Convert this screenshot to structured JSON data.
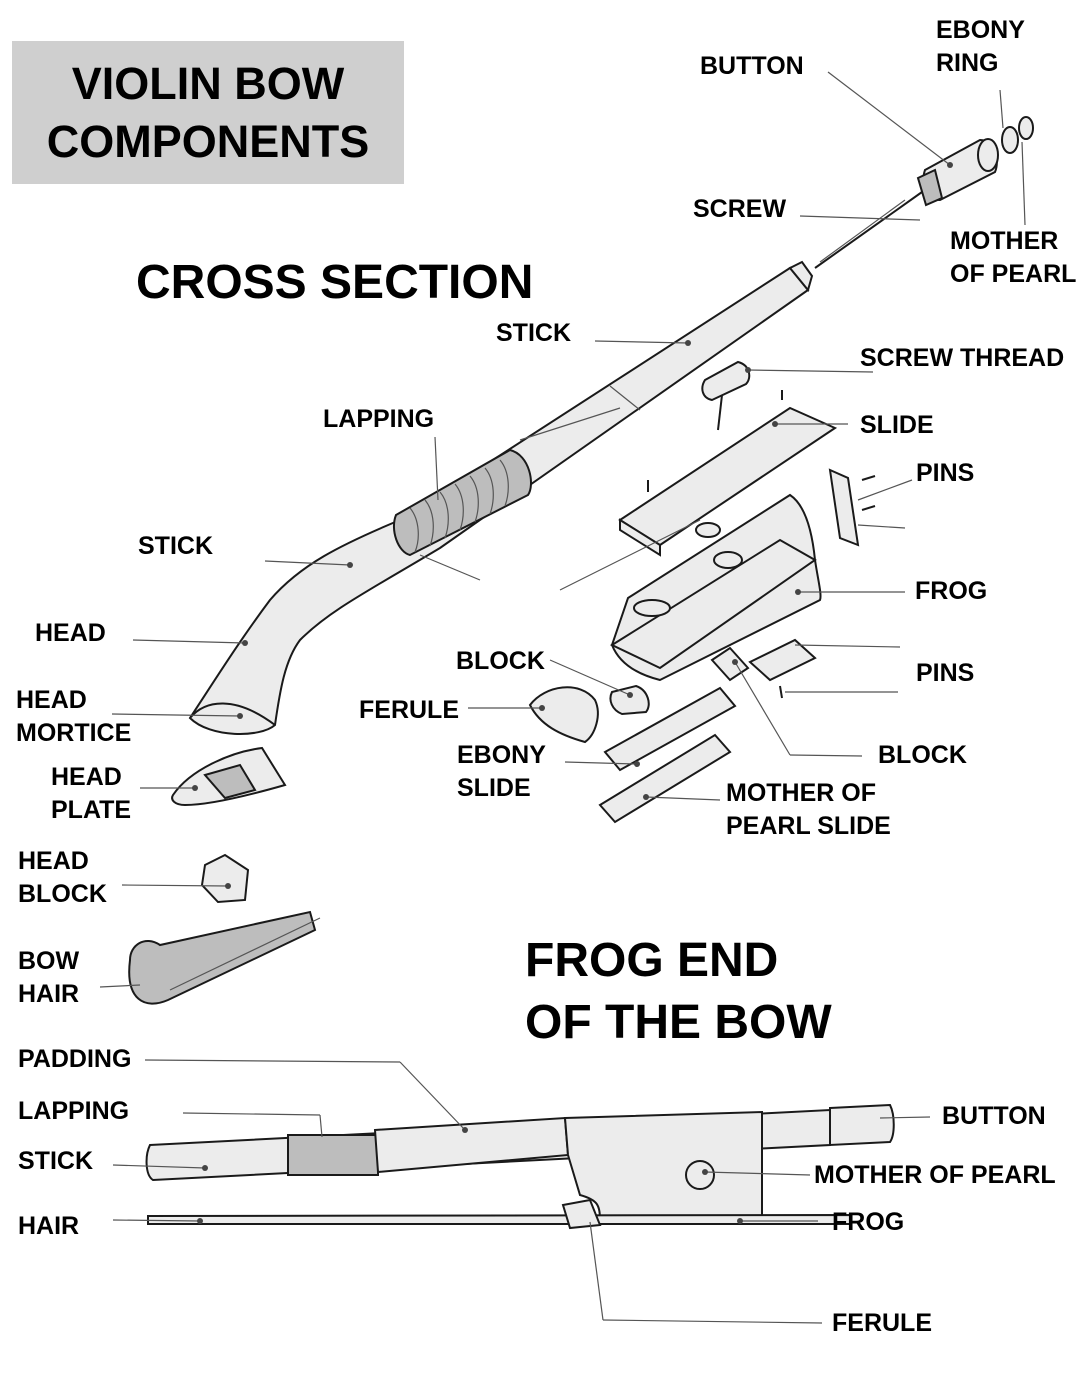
{
  "title": "VIOLIN BOW\nCOMPONENTS",
  "sections": {
    "cross_section": "CROSS SECTION",
    "frog_end": "FROG END\nOF THE BOW"
  },
  "cross_section_labels": {
    "button": "BUTTON",
    "ebony_ring": "EBONY\nRING",
    "screw": "SCREW",
    "mother_of_pearl": "MOTHER\nOF PEARL",
    "stick_upper": "STICK",
    "screw_thread": "SCREW THREAD",
    "lapping": "LAPPING",
    "slide": "SLIDE",
    "pins_upper": "PINS",
    "stick_lower": "STICK",
    "frog": "FROG",
    "head": "HEAD",
    "block_left": "BLOCK",
    "pins_lower": "PINS",
    "head_mortice": "HEAD\nMORTICE",
    "ferule": "FERULE",
    "ebony_slide": "EBONY\nSLIDE",
    "block_right": "BLOCK",
    "head_plate": "HEAD\nPLATE",
    "mother_of_pearl_slide": "MOTHER OF\nPEARL SLIDE",
    "head_block": "HEAD\nBLOCK",
    "bow_hair": "BOW\nHAIR"
  },
  "frog_end_labels": {
    "padding": "PADDING",
    "lapping": "LAPPING",
    "stick": "STICK",
    "hair": "HAIR",
    "button": "BUTTON",
    "mother_of_pearl": "MOTHER OF PEARL",
    "frog": "FROG",
    "ferule": "FERULE"
  }
}
